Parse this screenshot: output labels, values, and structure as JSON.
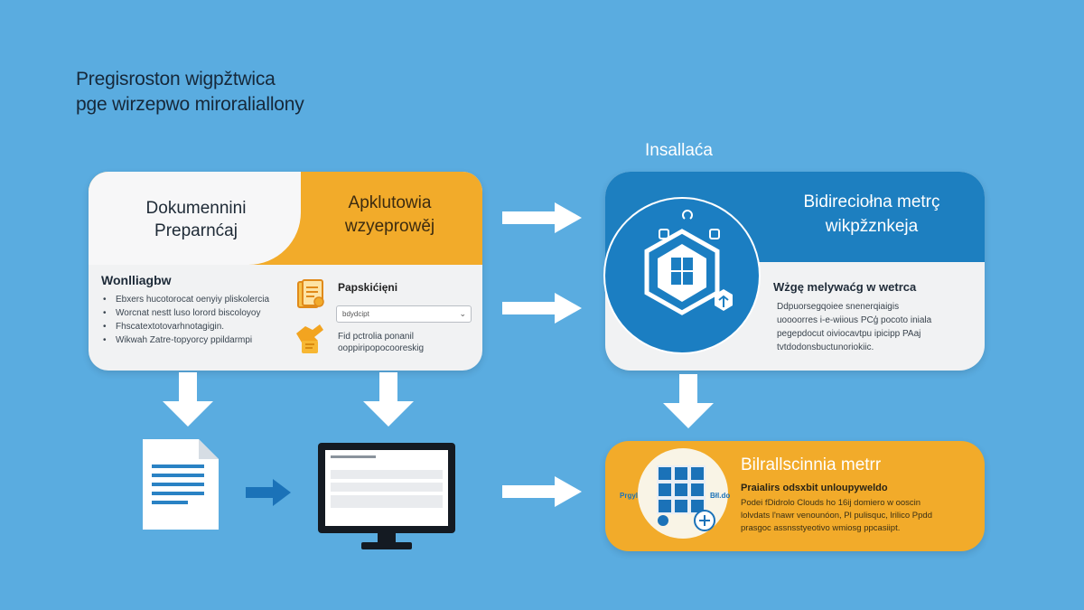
{
  "title": {
    "line1": "Pregisroston wigpžtwica",
    "line2": "pge wirzepwo miroraliallony"
  },
  "card_preparation": {
    "left_title_line1": "Dokumennini",
    "left_title_line2": "Preparnćaj",
    "right_title_line1": "Apklutowia",
    "right_title_line2": "wzyeprowěj",
    "list_heading": "Wonlliagbw",
    "list_items": [
      "Ebxers hucotorocat oenyiy pliskolercia",
      "Worcnat nestt luso lorord biscoloyoy",
      "Fhscatextotovarhnotagigin.",
      "Wikwah Zatre-topyorcy ppildarmpi"
    ],
    "sub_title": "Papskićięni",
    "select_value": "bdydcipt",
    "desc_line1": "Fid pctrolia ponanil",
    "desc_line2": "ooppiripopocooreskig"
  },
  "installation": {
    "label": "Insallaća",
    "head_title_line1": "Bidireciołna metrç",
    "head_title_line2": "wikpžznkeja",
    "sub_title": "Wżgę melywaćg w wetrca",
    "desc_line1": "Ddpuorsegqoiee snenerqiaigis",
    "desc_line2": "uoooorres i-e-wiious PCģ pocoto iniala",
    "desc_line3": "pegepdocut oiviocavtpu ipicipp PAaj",
    "desc_line4": "tvtdodonsbuctunoriokiic."
  },
  "card_metering": {
    "title": "Bilrallscinnia metrr",
    "sub_title": "Praialirs odsxbit unloupyweldo",
    "desc_line1": "Podei fDidrolo Clouds ho 16ij domiero w ooscin",
    "desc_line2": "lolvdats l'nawr venounóon, Pl pulisquc, lrilico Ppdd",
    "desc_line3": "prasgoc assnsstyeotivo wmiosg ppcasiipt.",
    "badge_left": "Prgyl",
    "badge_right": "Błl.do"
  },
  "colors": {
    "background": "#5aace0",
    "orange": "#f2ab2a",
    "blue": "#1d7fc0",
    "card": "#f1f2f3"
  }
}
